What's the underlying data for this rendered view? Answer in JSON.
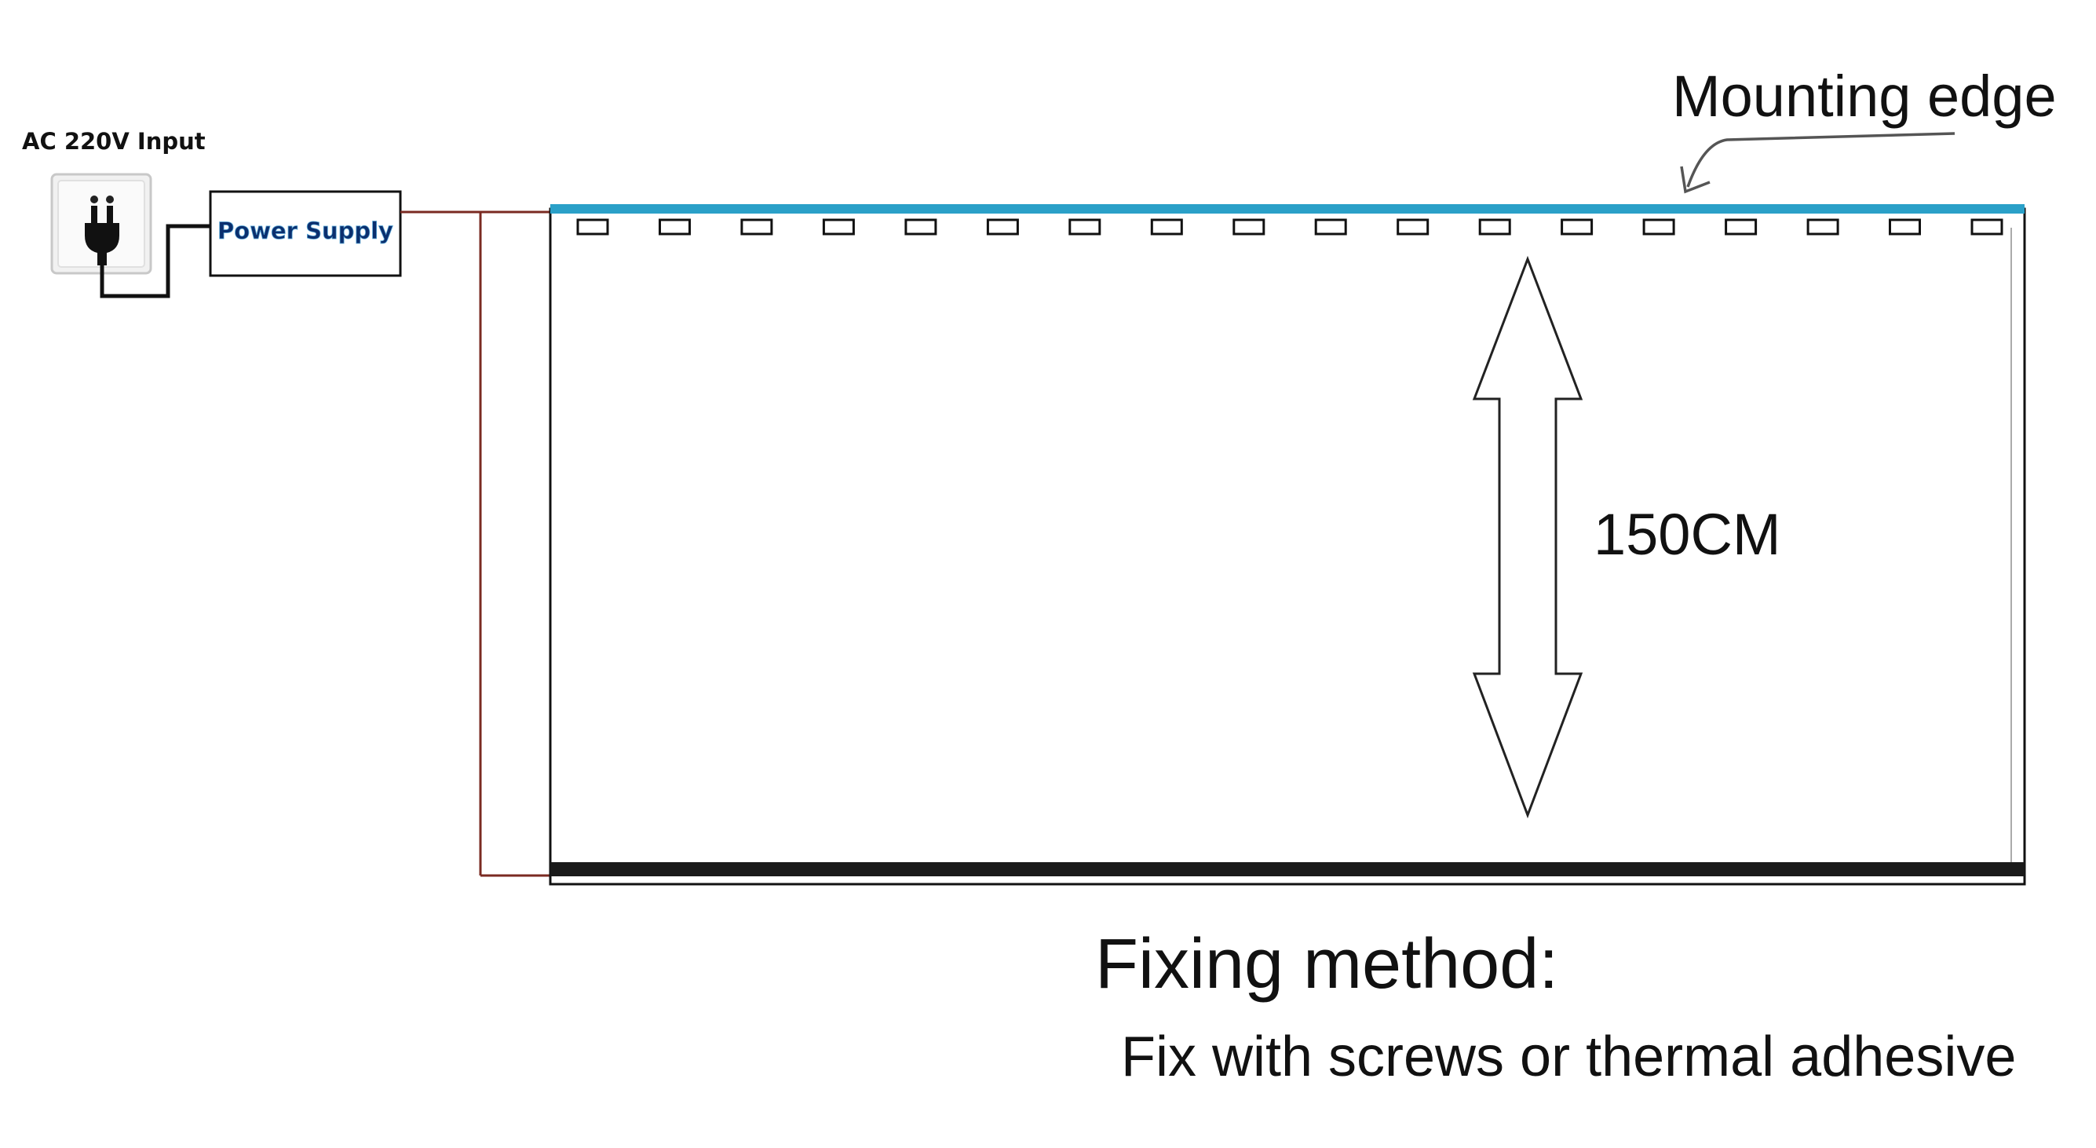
{
  "labels": {
    "input": "AC 220V Input",
    "power_supply": "Power Supply",
    "mounting_edge": "Mounting edge",
    "dimension": "150CM",
    "fixing_title": "Fixing method:",
    "fixing_detail": "Fix with screws or thermal adhesive"
  },
  "colors": {
    "mounting_strip": "#2aa0c8",
    "bottom_bar": "#1a1a1a",
    "wire": "#7a2a22",
    "socket_plate": "#f1f1f1",
    "outline": "#000000"
  },
  "icons": {
    "socket": "wall-socket-with-plug-icon",
    "pointer": "curved-arrow-icon",
    "dimension": "double-headed-arrow-icon"
  },
  "mounting_clip_count": 18
}
